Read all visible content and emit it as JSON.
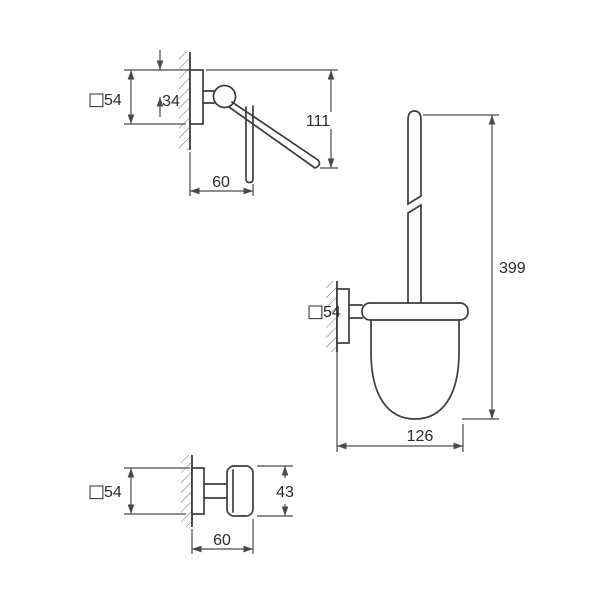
{
  "symbols": {
    "square": "□"
  },
  "figures": {
    "paper_holder": {
      "plate_size": "54",
      "arm_offset": "34",
      "height": "111",
      "projection": "60"
    },
    "brush_set": {
      "plate_size": "54",
      "height": "399",
      "projection": "126"
    },
    "hook": {
      "plate_size": "54",
      "hook_height": "43",
      "projection": "60"
    }
  }
}
